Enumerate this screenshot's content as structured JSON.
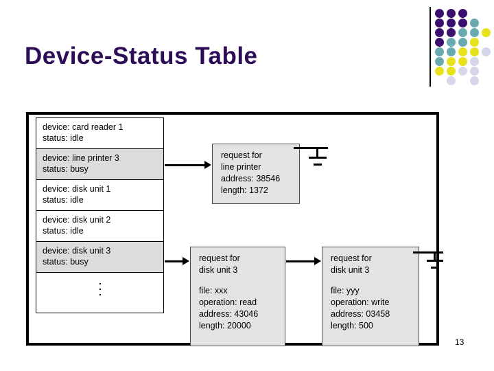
{
  "slide": {
    "title": "Device-Status Table",
    "page_number": "13",
    "title_color": "#2d0d57"
  },
  "logo": {
    "name": "decorative-dot-grid",
    "colors": {
      "purple": "#3b0f6e",
      "teal": "#69aab0",
      "yellow": "#e8e21c",
      "lavender": "#d6d6ea"
    },
    "dots": [
      {
        "col": 0,
        "row": 0,
        "color": "#3b0f6e"
      },
      {
        "col": 1,
        "row": 0,
        "color": "#3b0f6e"
      },
      {
        "col": 2,
        "row": 0,
        "color": "#3b0f6e"
      },
      {
        "col": 0,
        "row": 1,
        "color": "#3b0f6e"
      },
      {
        "col": 1,
        "row": 1,
        "color": "#3b0f6e"
      },
      {
        "col": 2,
        "row": 1,
        "color": "#3b0f6e"
      },
      {
        "col": 3,
        "row": 1,
        "color": "#69aab0"
      },
      {
        "col": 0,
        "row": 2,
        "color": "#3b0f6e"
      },
      {
        "col": 1,
        "row": 2,
        "color": "#3b0f6e"
      },
      {
        "col": 2,
        "row": 2,
        "color": "#69aab0"
      },
      {
        "col": 3,
        "row": 2,
        "color": "#69aab0"
      },
      {
        "col": 4,
        "row": 2,
        "color": "#e8e21c"
      },
      {
        "col": 0,
        "row": 3,
        "color": "#3b0f6e"
      },
      {
        "col": 1,
        "row": 3,
        "color": "#69aab0"
      },
      {
        "col": 2,
        "row": 3,
        "color": "#69aab0"
      },
      {
        "col": 3,
        "row": 3,
        "color": "#e8e21c"
      },
      {
        "col": 0,
        "row": 4,
        "color": "#69aab0"
      },
      {
        "col": 1,
        "row": 4,
        "color": "#69aab0"
      },
      {
        "col": 2,
        "row": 4,
        "color": "#e8e21c"
      },
      {
        "col": 3,
        "row": 4,
        "color": "#e8e21c"
      },
      {
        "col": 4,
        "row": 4,
        "color": "#d6d6ea"
      },
      {
        "col": 0,
        "row": 5,
        "color": "#69aab0"
      },
      {
        "col": 1,
        "row": 5,
        "color": "#e8e21c"
      },
      {
        "col": 2,
        "row": 5,
        "color": "#e8e21c"
      },
      {
        "col": 3,
        "row": 5,
        "color": "#d6d6ea"
      },
      {
        "col": 0,
        "row": 6,
        "color": "#e8e21c"
      },
      {
        "col": 1,
        "row": 6,
        "color": "#e8e21c"
      },
      {
        "col": 2,
        "row": 6,
        "color": "#d6d6ea"
      },
      {
        "col": 3,
        "row": 6,
        "color": "#d6d6ea"
      },
      {
        "col": 1,
        "row": 7,
        "color": "#d6d6ea"
      },
      {
        "col": 3,
        "row": 7,
        "color": "#d6d6ea"
      }
    ]
  },
  "device_table": {
    "name": "device-status-table",
    "rows": [
      {
        "device": "device: card reader 1",
        "status": "status: idle",
        "busy": false
      },
      {
        "device": "device: line printer 3",
        "status": "status: busy",
        "busy": true
      },
      {
        "device": "device: disk unit 1",
        "status": "status: idle",
        "busy": false
      },
      {
        "device": "device: disk unit 2",
        "status": "status: idle",
        "busy": false
      },
      {
        "device": "device: disk unit 3",
        "status": "status: busy",
        "busy": true
      }
    ],
    "continuation": "vertical-ellipsis"
  },
  "requests": {
    "line_printer": {
      "title1": "request for",
      "title2": "line printer",
      "address": "address: 38546",
      "length": "length: 1372"
    },
    "disk_read": {
      "title1": "request for",
      "title2": "disk unit 3",
      "file": "file: xxx",
      "operation": "operation: read",
      "address": "address: 43046",
      "length": "length: 20000"
    },
    "disk_write": {
      "title1": "request for",
      "title2": "disk unit 3",
      "file": "file: yyy",
      "operation": "operation: write",
      "address": "address: 03458",
      "length": "length: 500"
    }
  }
}
